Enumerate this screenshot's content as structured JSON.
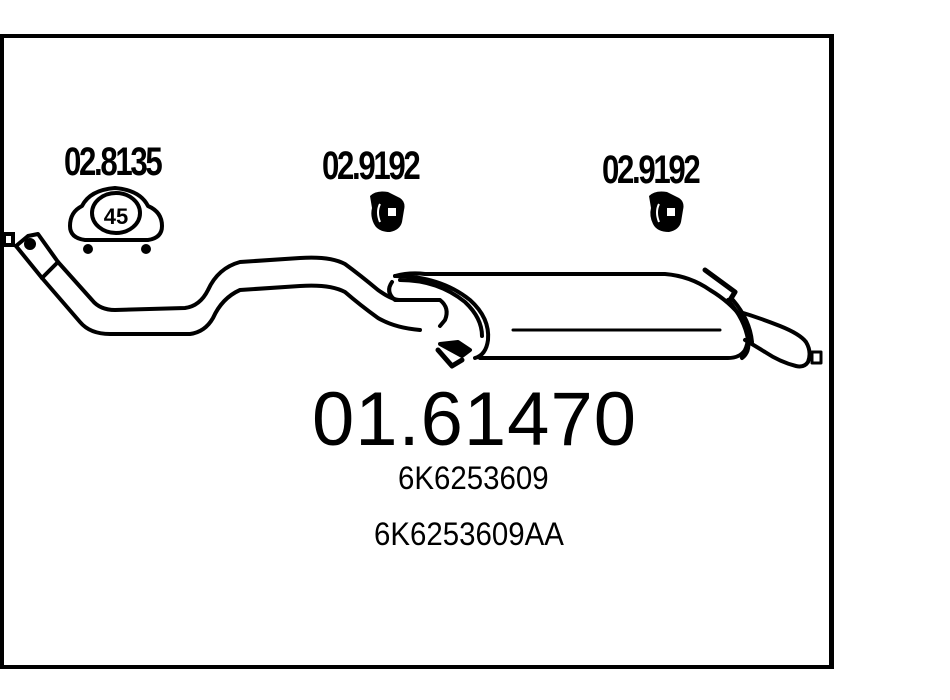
{
  "diagram": {
    "type": "exhaust-system-parts-diagram",
    "main_part": {
      "number": "01.61470",
      "oe_numbers": [
        "6K6253609",
        "6K6253609AA"
      ]
    },
    "accessories": [
      {
        "number": "02.8135",
        "kind": "gasket",
        "icon": "gasket-icon",
        "inner_label": "45"
      },
      {
        "number": "02.9192",
        "kind": "clamp",
        "icon": "clamp-icon"
      },
      {
        "number": "02.9192",
        "kind": "clamp",
        "icon": "clamp-icon"
      }
    ],
    "colors": {
      "line": "#000000",
      "background": "#ffffff"
    }
  }
}
